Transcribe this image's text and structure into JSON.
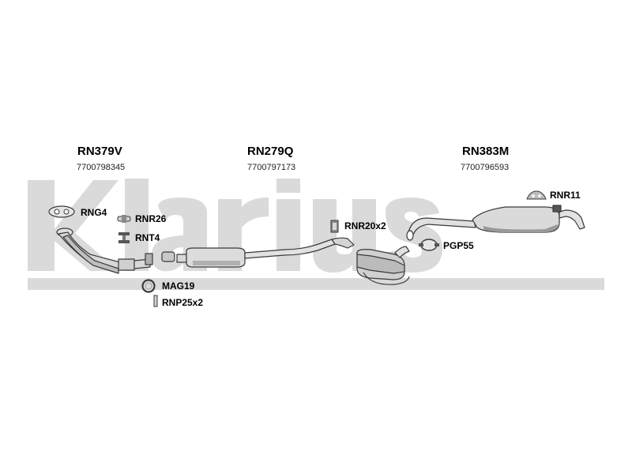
{
  "watermark": {
    "text": "Klarius",
    "color": "#d9d9d9"
  },
  "sections": [
    {
      "code": "RN379V",
      "oe": "7700798345"
    },
    {
      "code": "RN279Q",
      "oe": "7700797173"
    },
    {
      "code": "RN383M",
      "oe": "7700796593"
    }
  ],
  "parts": {
    "rng4": "RNG4",
    "rnr26": "RNR26",
    "rnt4": "RNT4",
    "mag19": "MAG19",
    "rnp25": "RNP25x2",
    "rnr20": "RNR20x2",
    "pgp55": "PGP55",
    "rnr11": "RNR11"
  },
  "colors": {
    "outline": "#3a3a3a",
    "fill": "#d6d6d6",
    "shade": "#9a9a9a"
  }
}
